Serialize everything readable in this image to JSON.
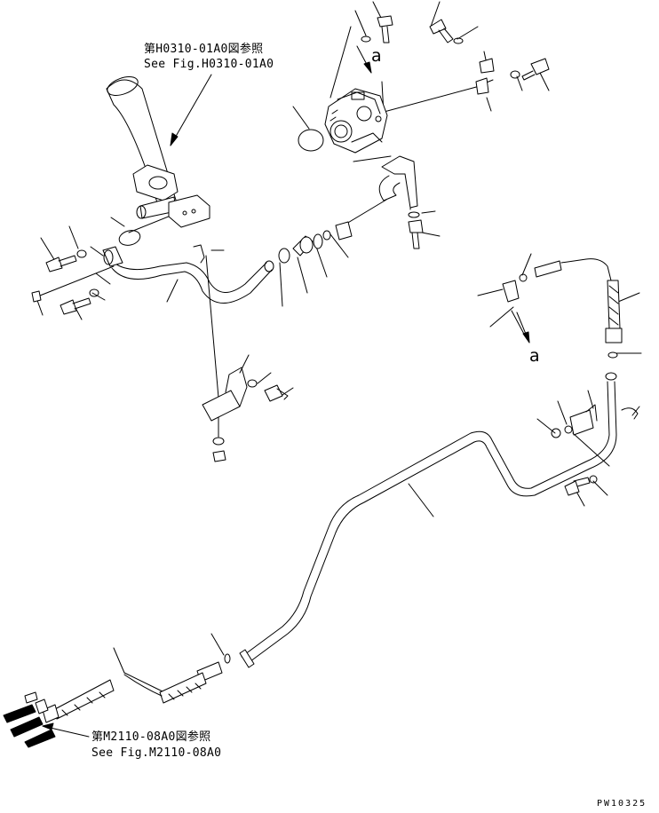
{
  "references": {
    "top_jp": "第H0310-01A0図参照",
    "top_en": "See Fig.H0310-01A0",
    "bottom_jp": "第M2110-08A0図参照",
    "bottom_en": "See Fig.M2110-08A0"
  },
  "markers": {
    "upper": "a",
    "lower": "a"
  },
  "drawing_code": "PW10325"
}
